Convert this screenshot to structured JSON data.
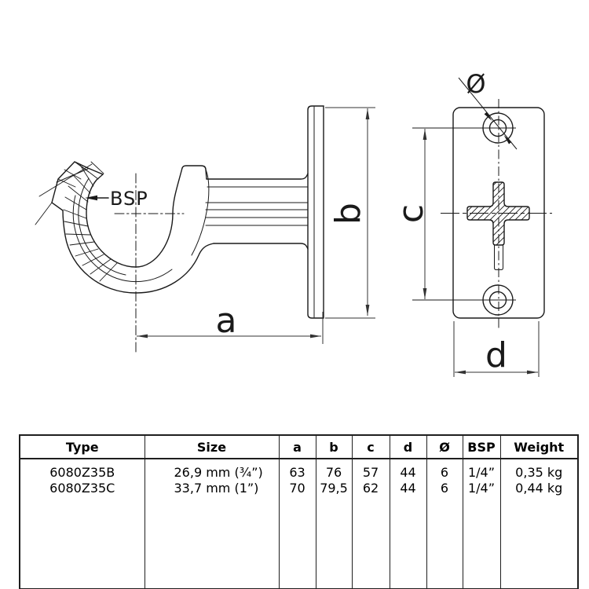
{
  "colors": {
    "line": "#1a1a1a",
    "dim": "#333333",
    "background": "#ffffff"
  },
  "drawing": {
    "bsp_label": "BSP",
    "dim_a": "a",
    "dim_b": "b",
    "dim_c": "c",
    "dim_d": "d",
    "diameter_symbol": "Ø"
  },
  "table": {
    "headers": [
      "Type",
      "Size",
      "a",
      "b",
      "c",
      "d",
      "Ø",
      "BSP",
      "Weight"
    ],
    "rows": [
      [
        "6080Z35B",
        "26,9 mm (¾”)",
        "63",
        "76",
        "57",
        "44",
        "6",
        "1/4”",
        "0,35 kg"
      ],
      [
        "6080Z35C",
        "33,7 mm (1”)",
        "70",
        "79,5",
        "62",
        "44",
        "6",
        "1/4”",
        "0,44 kg"
      ]
    ]
  }
}
